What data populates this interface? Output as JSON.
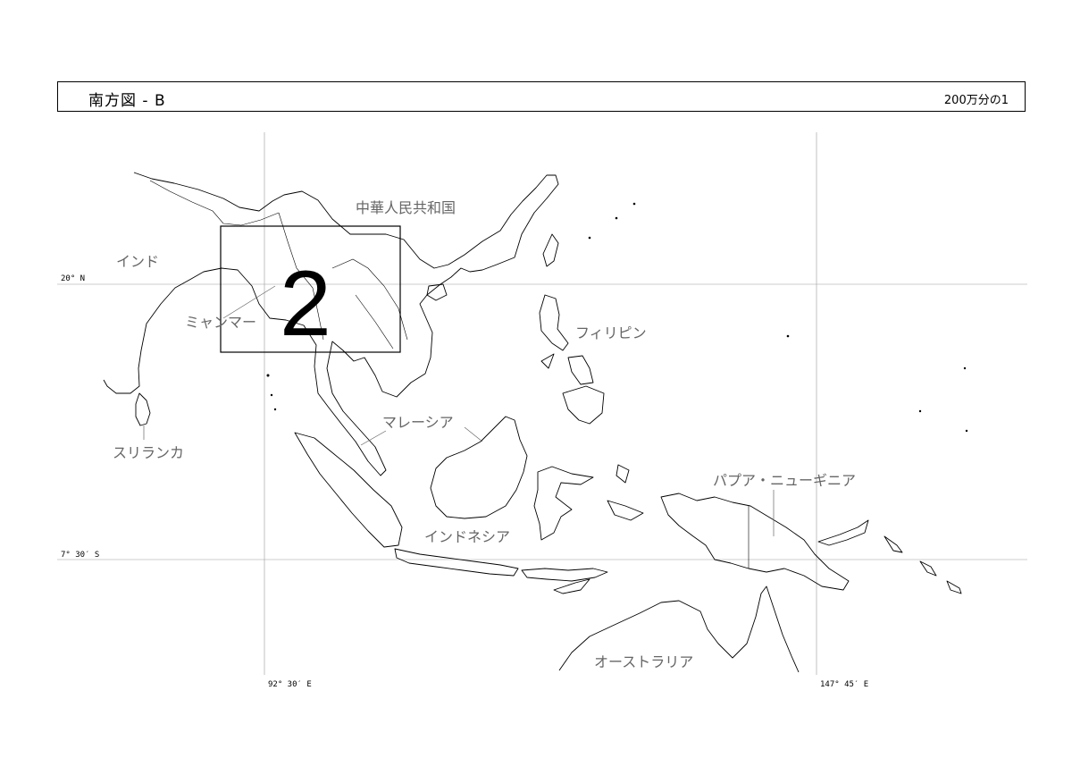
{
  "header": {
    "title": "南方図 - B",
    "scale": "200万分の1"
  },
  "grid": {
    "lat_north": "20° N",
    "lat_south": "7° 30′ S",
    "lon_west": "92° 30′ E",
    "lon_east": "147° 45′ E"
  },
  "countries": {
    "china": "中華人民共和国",
    "india": "インド",
    "myanmar": "ミャンマー",
    "philippines": "フィリピン",
    "sri_lanka": "スリランカ",
    "malaysia": "マレーシア",
    "papua_new_guinea": "パプア・ニューギニア",
    "indonesia": "インドネシア",
    "australia": "オーストラリア"
  },
  "inset": {
    "number": "2"
  },
  "colors": {
    "line": "#000000",
    "label": "#666666",
    "grid": "#999999"
  }
}
